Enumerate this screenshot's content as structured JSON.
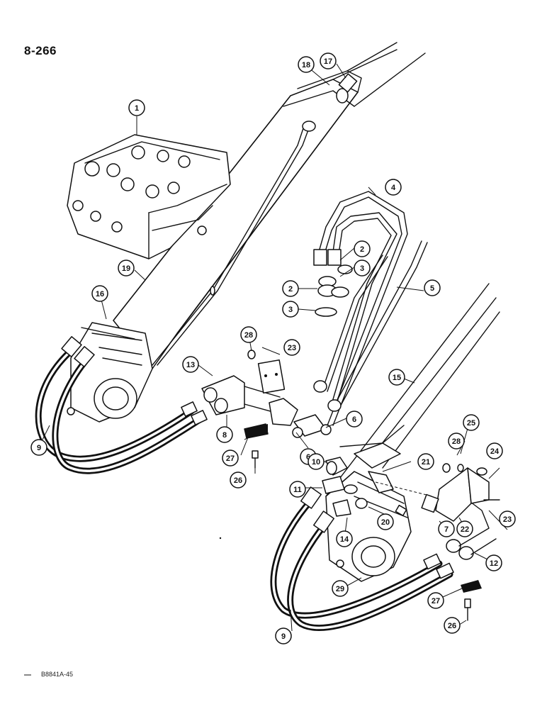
{
  "page_number": "8-266",
  "figure_code": "B8841A-45",
  "callouts": {
    "n1": "1",
    "n2": "2",
    "n3": "3",
    "n4": "4",
    "n5": "5",
    "n6": "6",
    "n7": "7",
    "n8": "8",
    "n9": "9",
    "n10": "10",
    "n11": "11",
    "n12": "12",
    "n13": "13",
    "n14": "14",
    "n15": "15",
    "n16": "16",
    "n17": "17",
    "n18": "18",
    "n19": "19",
    "n20": "20",
    "n21": "21",
    "n22": "22",
    "n23": "23",
    "n24": "24",
    "n25": "25",
    "n26": "26",
    "n27": "27",
    "n28": "28",
    "n29": "29"
  }
}
